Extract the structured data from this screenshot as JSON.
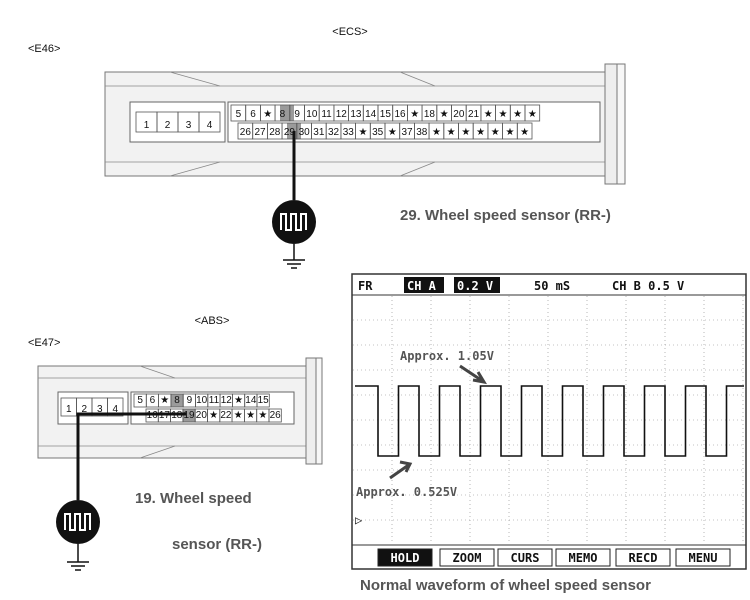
{
  "ecs": {
    "title": "<ECS>",
    "connector_id": "<E46>",
    "left_pins": [
      "1",
      "2",
      "3",
      "4"
    ],
    "top_row": [
      "5",
      "6",
      "★",
      "8",
      "9",
      "10",
      "11",
      "12",
      "13",
      "14",
      "15",
      "16",
      "★",
      "18",
      "★",
      "20",
      "21",
      "★",
      "★",
      "★",
      "★"
    ],
    "bottom_row": [
      "26",
      "27",
      "28",
      "29",
      "30",
      "31",
      "32",
      "33",
      "★",
      "35",
      "★",
      "37",
      "38",
      "★",
      "★",
      "★",
      "★",
      "★",
      "★",
      "★"
    ],
    "caption": "29. Wheel speed sensor (RR-)"
  },
  "abs": {
    "title": "<ABS>",
    "connector_id": "<E47>",
    "left_pins": [
      "1",
      "2",
      "3",
      "4"
    ],
    "top_row": [
      "5",
      "6",
      "★",
      "8",
      "9",
      "10",
      "11",
      "12",
      "★",
      "14",
      "15"
    ],
    "bottom_row": [
      "16",
      "17",
      "18",
      "19",
      "20",
      "★",
      "22",
      "★",
      "★",
      "★",
      "26"
    ],
    "caption_line1": "19. Wheel speed",
    "caption_line2": "sensor (RR-)"
  },
  "scope": {
    "fr": "FR",
    "ch_a": "CH A",
    "ch_a_value": "0.2 V",
    "timebase": "50 mS",
    "ch_b": "CH B 0.5 V",
    "annotation_high": "Approx. 1.05V",
    "annotation_low": "Approx. 0.525V",
    "marker": "▷",
    "buttons": [
      "HOLD",
      "ZOOM",
      "CURS",
      "MEMO",
      "RECD",
      "MENU"
    ],
    "caption": "Normal waveform of wheel speed sensor",
    "high_level_v": 1.05,
    "low_level_v": 0.525
  }
}
